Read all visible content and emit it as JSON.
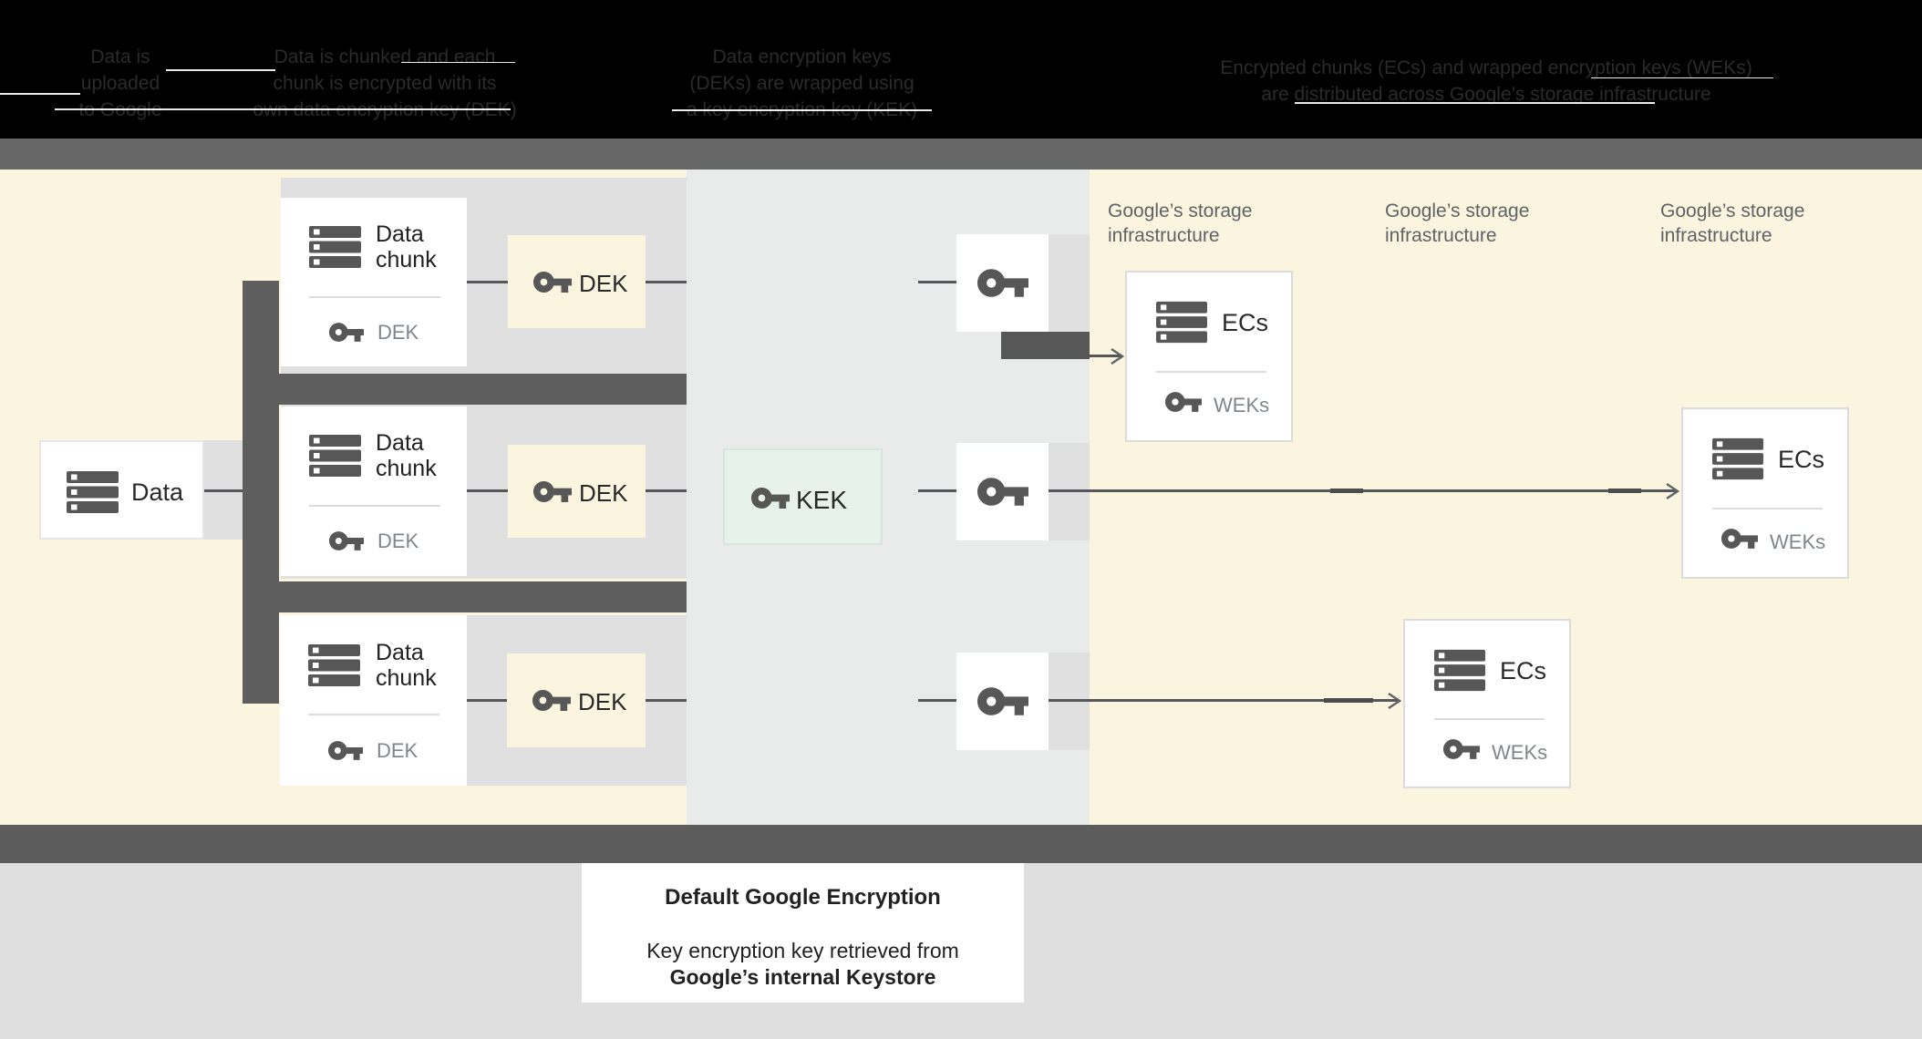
{
  "header": {
    "steps": [
      {
        "lines": [
          "Data is",
          "uploaded",
          "to Google"
        ]
      },
      {
        "lines": [
          "Data is chunked and each",
          "chunk is encrypted with its",
          "own data encryption key (DEK)"
        ]
      },
      {
        "lines": [
          "Data encryption keys",
          "(DEKs) are wrapped using",
          "a key encryption key (KEK)"
        ]
      },
      {
        "lines": [
          "Encrypted chunks (ECs) and wrapped encryption keys (WEKs)",
          "are distributed across Google’s storage infrastructure"
        ]
      }
    ]
  },
  "diagram": {
    "data_label": "Data",
    "rows": [
      {
        "chunk_line1": "Data",
        "chunk_line2": "chunk",
        "chunk_key_label": "DEK",
        "dek_label": "DEK"
      },
      {
        "chunk_line1": "Data",
        "chunk_line2": "chunk",
        "chunk_key_label": "DEK",
        "dek_label": "DEK"
      },
      {
        "chunk_line1": "Data",
        "chunk_line2": "chunk",
        "chunk_key_label": "DEK",
        "dek_label": "DEK"
      }
    ],
    "kek_label": "KEK",
    "storage_label_line1": "Google’s storage",
    "storage_label_line2": "infrastructure",
    "ecs": {
      "title": "ECs",
      "keys_label": "WEKs"
    }
  },
  "caption": {
    "title": "Default Google Encryption",
    "line1": "Key encryption key retrieved from",
    "line2": "Google’s internal Keystore"
  },
  "colors": {
    "zone_yellow": "#FBF4DE",
    "zone_middle_gray": "#E8EBEA",
    "panel_gray": "#E0E0E0",
    "structure_gray": "#5E5E5E",
    "kek_green": "#E6F2EB",
    "arrow_gray": "#5F6368",
    "storage_label_gray": "#5F6368",
    "muted_text_gray": "#7F868B",
    "footer_gray": "#DFDFDF",
    "top_bar_gray": "#676767",
    "bottom_bar_gray": "#5C5C5C"
  }
}
